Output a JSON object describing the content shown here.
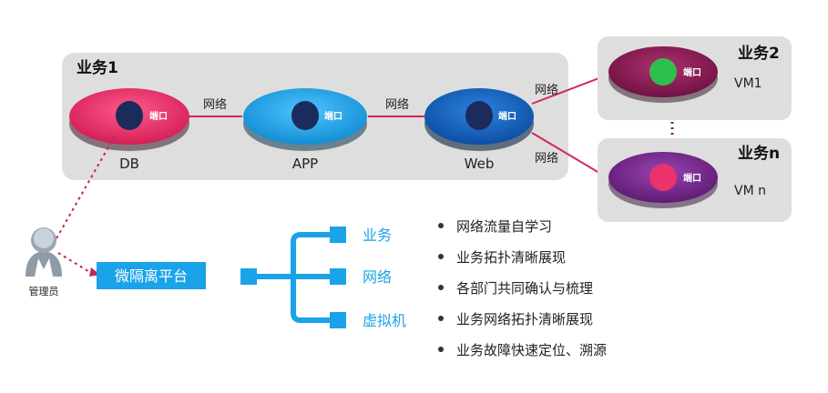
{
  "business_group_1": {
    "title": "业务1"
  },
  "nodes": {
    "db": {
      "label": "DB",
      "port": "端口",
      "color": "#e8336b"
    },
    "app": {
      "label": "APP",
      "port": "端口",
      "color": "#1aa3e8"
    },
    "web": {
      "label": "Web",
      "port": "端口",
      "color": "#1565c0"
    }
  },
  "links": {
    "db_app": "网络",
    "app_web": "网络",
    "web_vm1": "网络",
    "web_vmn": "网络"
  },
  "vm_groups": {
    "group2": {
      "title": "业务2",
      "vm_label": "VM1",
      "port": "端口",
      "color": "#8e1d58",
      "port_dot_color": "#2ebf4f"
    },
    "groupn": {
      "title": "业务n",
      "vm_label": "VM n",
      "port": "端口",
      "color": "#7b2a90",
      "port_dot_color": "#e8336b"
    }
  },
  "admin": {
    "label": "管理员"
  },
  "platform": {
    "label": "微隔离平台",
    "color": "#1aa3e8"
  },
  "tree_items": [
    "业务",
    "网络",
    "虚拟机"
  ],
  "features": [
    "网络流量自学习",
    "业务拓扑清晰展现",
    "各部门共同确认与梳理",
    "业务网络拓扑清晰展现",
    "业务故障快速定位、溯源"
  ],
  "colors": {
    "panel_bg": "#dedede",
    "link_line": "#d4265e",
    "tree_color": "#1aa3e8"
  }
}
